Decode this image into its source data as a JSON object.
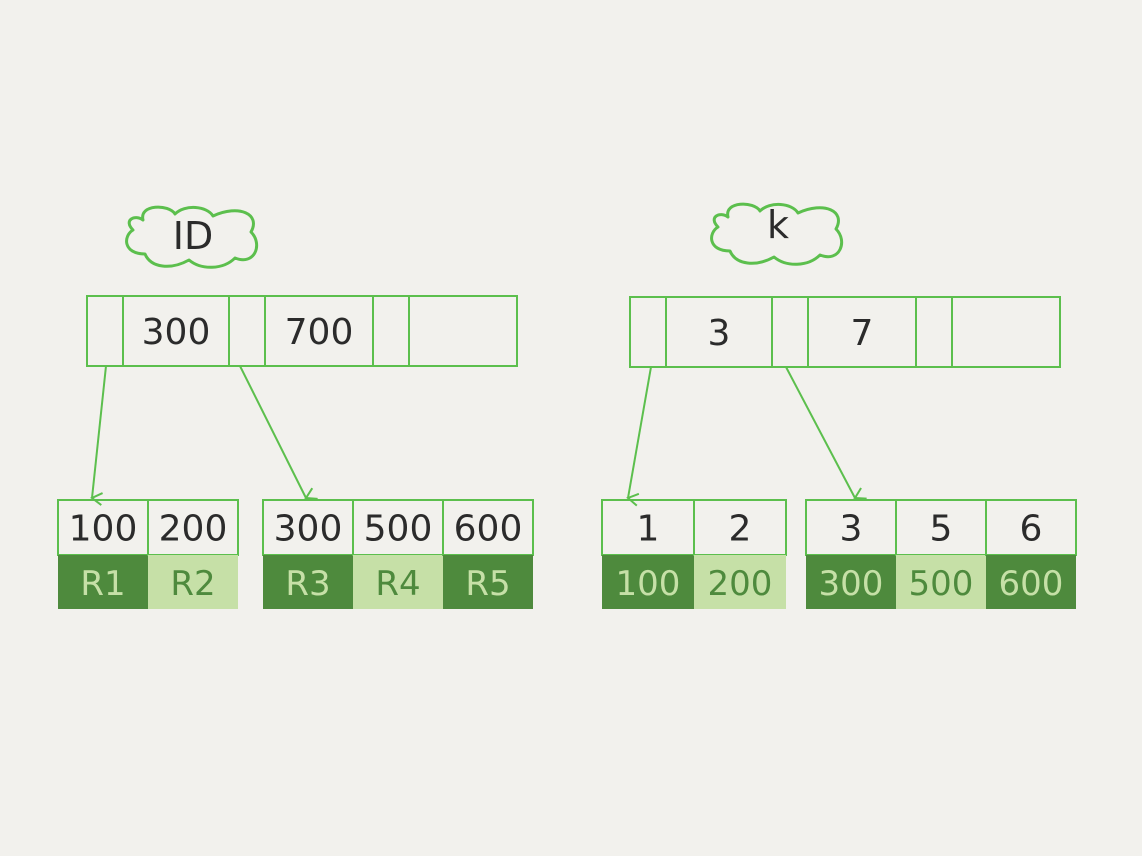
{
  "colors": {
    "background": "#f2f1ed",
    "line_green": "#5cbf4d",
    "dark_fill": "#4e8a3d",
    "light_fill": "#c6e0a7",
    "dark_text": "#c6e0a7",
    "light_text": "#4e8a3d",
    "key_text": "#2b2b2b"
  },
  "trees": [
    {
      "label": "ID",
      "root_keys": [
        "300",
        "700"
      ],
      "leaves": [
        {
          "keys": [
            "100",
            "200"
          ],
          "values": [
            "R1",
            "R2"
          ],
          "shades": [
            "dark",
            "light"
          ]
        },
        {
          "keys": [
            "300",
            "500",
            "600"
          ],
          "values": [
            "R3",
            "R4",
            "R5"
          ],
          "shades": [
            "dark",
            "light",
            "dark"
          ]
        }
      ]
    },
    {
      "label": "k",
      "root_keys": [
        "3",
        "7"
      ],
      "leaves": [
        {
          "keys": [
            "1",
            "2"
          ],
          "values": [
            "100",
            "200"
          ],
          "shades": [
            "dark",
            "light"
          ]
        },
        {
          "keys": [
            "3",
            "5",
            "6"
          ],
          "values": [
            "300",
            "500",
            "600"
          ],
          "shades": [
            "dark",
            "light",
            "dark"
          ]
        }
      ]
    }
  ]
}
